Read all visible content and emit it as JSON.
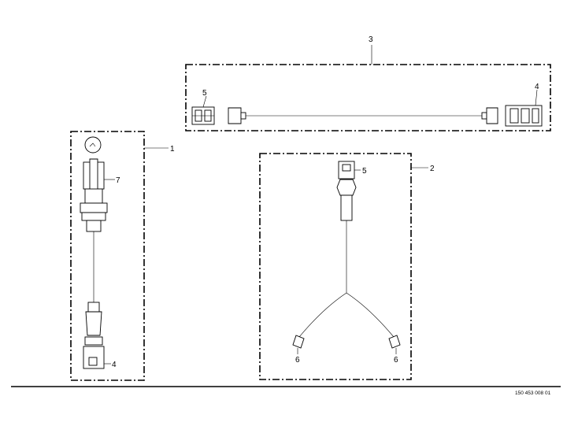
{
  "callouts": {
    "group_1": "1",
    "group_2": "2",
    "group_3": "3",
    "connector_4_top": "4",
    "connector_4_left": "4",
    "connector_5_top": "5",
    "connector_5_right": "5",
    "sensor_6_left": "6",
    "sensor_6_right": "6",
    "sensor_7": "7"
  },
  "document_number": "150 453 008 01"
}
